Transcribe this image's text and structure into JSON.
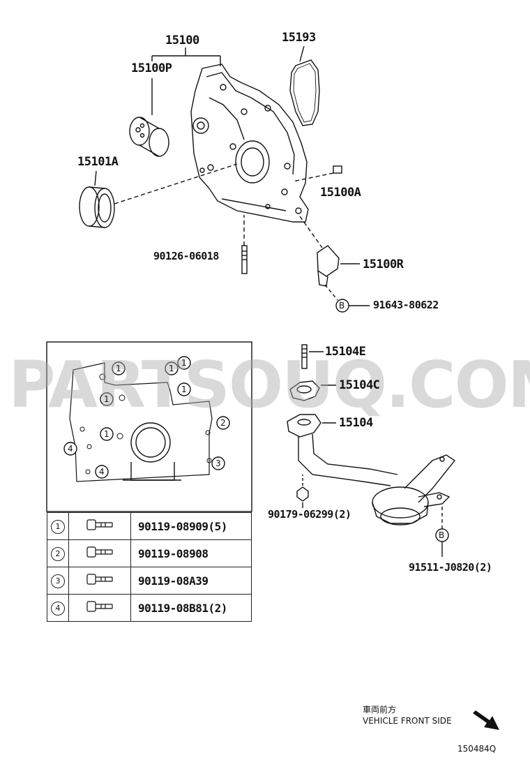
{
  "callouts": {
    "p15100": "15100",
    "p15100P": "15100P",
    "p15193": "15193",
    "p15101A": "15101A",
    "p15100A": "15100A",
    "p90126": "90126-06018",
    "p15100R": "15100R",
    "p91643": "91643-80622",
    "p15104E": "15104E",
    "p15104C": "15104C",
    "p15104": "15104",
    "p90179": "90179-06299(2)",
    "p91511": "91511-J0820(2)"
  },
  "markers": {
    "b": "B"
  },
  "bolt_table": {
    "rows": [
      {
        "num": "1",
        "part": "90119-08909(5)"
      },
      {
        "num": "2",
        "part": "90119-08908"
      },
      {
        "num": "3",
        "part": "90119-08A39"
      },
      {
        "num": "4",
        "part": "90119-08B81(2)"
      }
    ]
  },
  "inset": {
    "markers": [
      "1",
      "1",
      "1",
      "1",
      "1",
      "1",
      "2",
      "3",
      "4",
      "4"
    ]
  },
  "footer": {
    "front_jp": "車両前方",
    "front_en": "VEHICLE FRONT SIDE",
    "figure_id": "150484Q"
  },
  "watermark": "PARTSOUQ.COM"
}
